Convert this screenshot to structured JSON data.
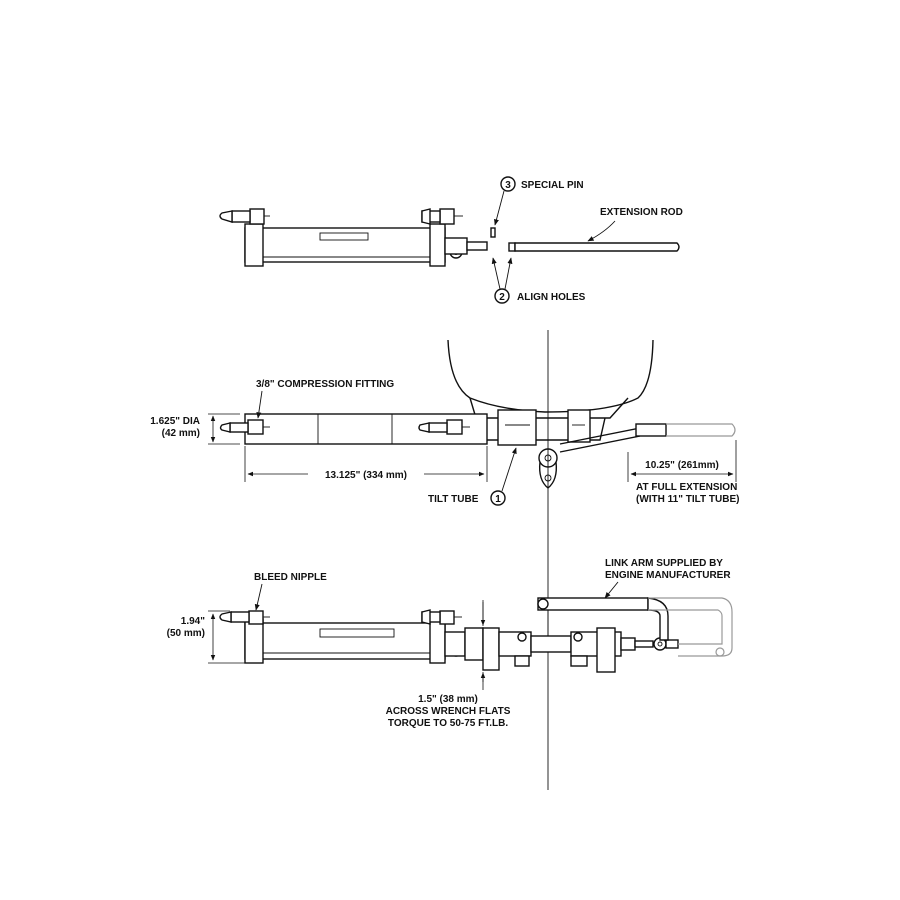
{
  "callouts": {
    "special_pin": {
      "number": "3",
      "label": "SPECIAL PIN"
    },
    "align_holes": {
      "number": "2",
      "label": "ALIGN HOLES"
    },
    "tilt_tube": {
      "number": "1",
      "label": "TILT TUBE"
    }
  },
  "labels": {
    "extension_rod": "EXTENSION ROD",
    "compression_fitting": "3/8\" COMPRESSION FITTING",
    "dia_imperial": "1.625\" DIA",
    "dia_metric": "(42 mm)",
    "length": "13.125\" (334 mm)",
    "extension_length": "10.25\" (261mm)",
    "full_extension_1": "AT FULL EXTENSION",
    "full_extension_2": "(WITH 11\" TILT TUBE)",
    "bleed_nipple": "BLEED NIPPLE",
    "height_imperial": "1.94\"",
    "height_metric": "(50 mm)",
    "link_arm_1": "LINK ARM SUPPLIED BY",
    "link_arm_2": "ENGINE MANUFACTURER",
    "wrench_1": "1.5\"  (38 mm)",
    "wrench_2": "ACROSS WRENCH FLATS",
    "wrench_3": "TORQUE TO 50-75 FT.LB."
  }
}
